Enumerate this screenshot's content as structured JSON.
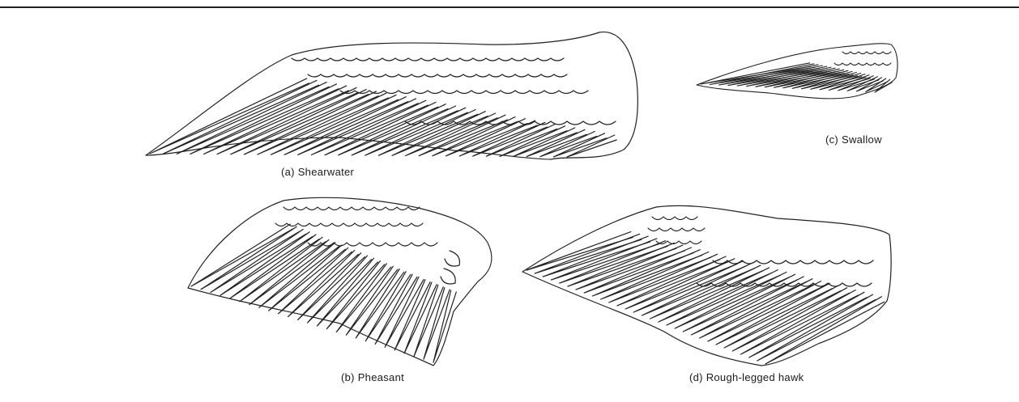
{
  "figure": {
    "ink_color": "#222222",
    "background_color": "#ffffff",
    "panels": [
      {
        "id": "a",
        "caption": "(a) Shearwater",
        "icon": "shearwater-wing-icon"
      },
      {
        "id": "b",
        "caption": "(b) Pheasant",
        "icon": "pheasant-wing-icon"
      },
      {
        "id": "c",
        "caption": "(c) Swallow",
        "icon": "swallow-wing-icon"
      },
      {
        "id": "d",
        "caption": "(d) Rough-legged hawk",
        "icon": "rough-legged-hawk-wing-icon"
      }
    ]
  }
}
